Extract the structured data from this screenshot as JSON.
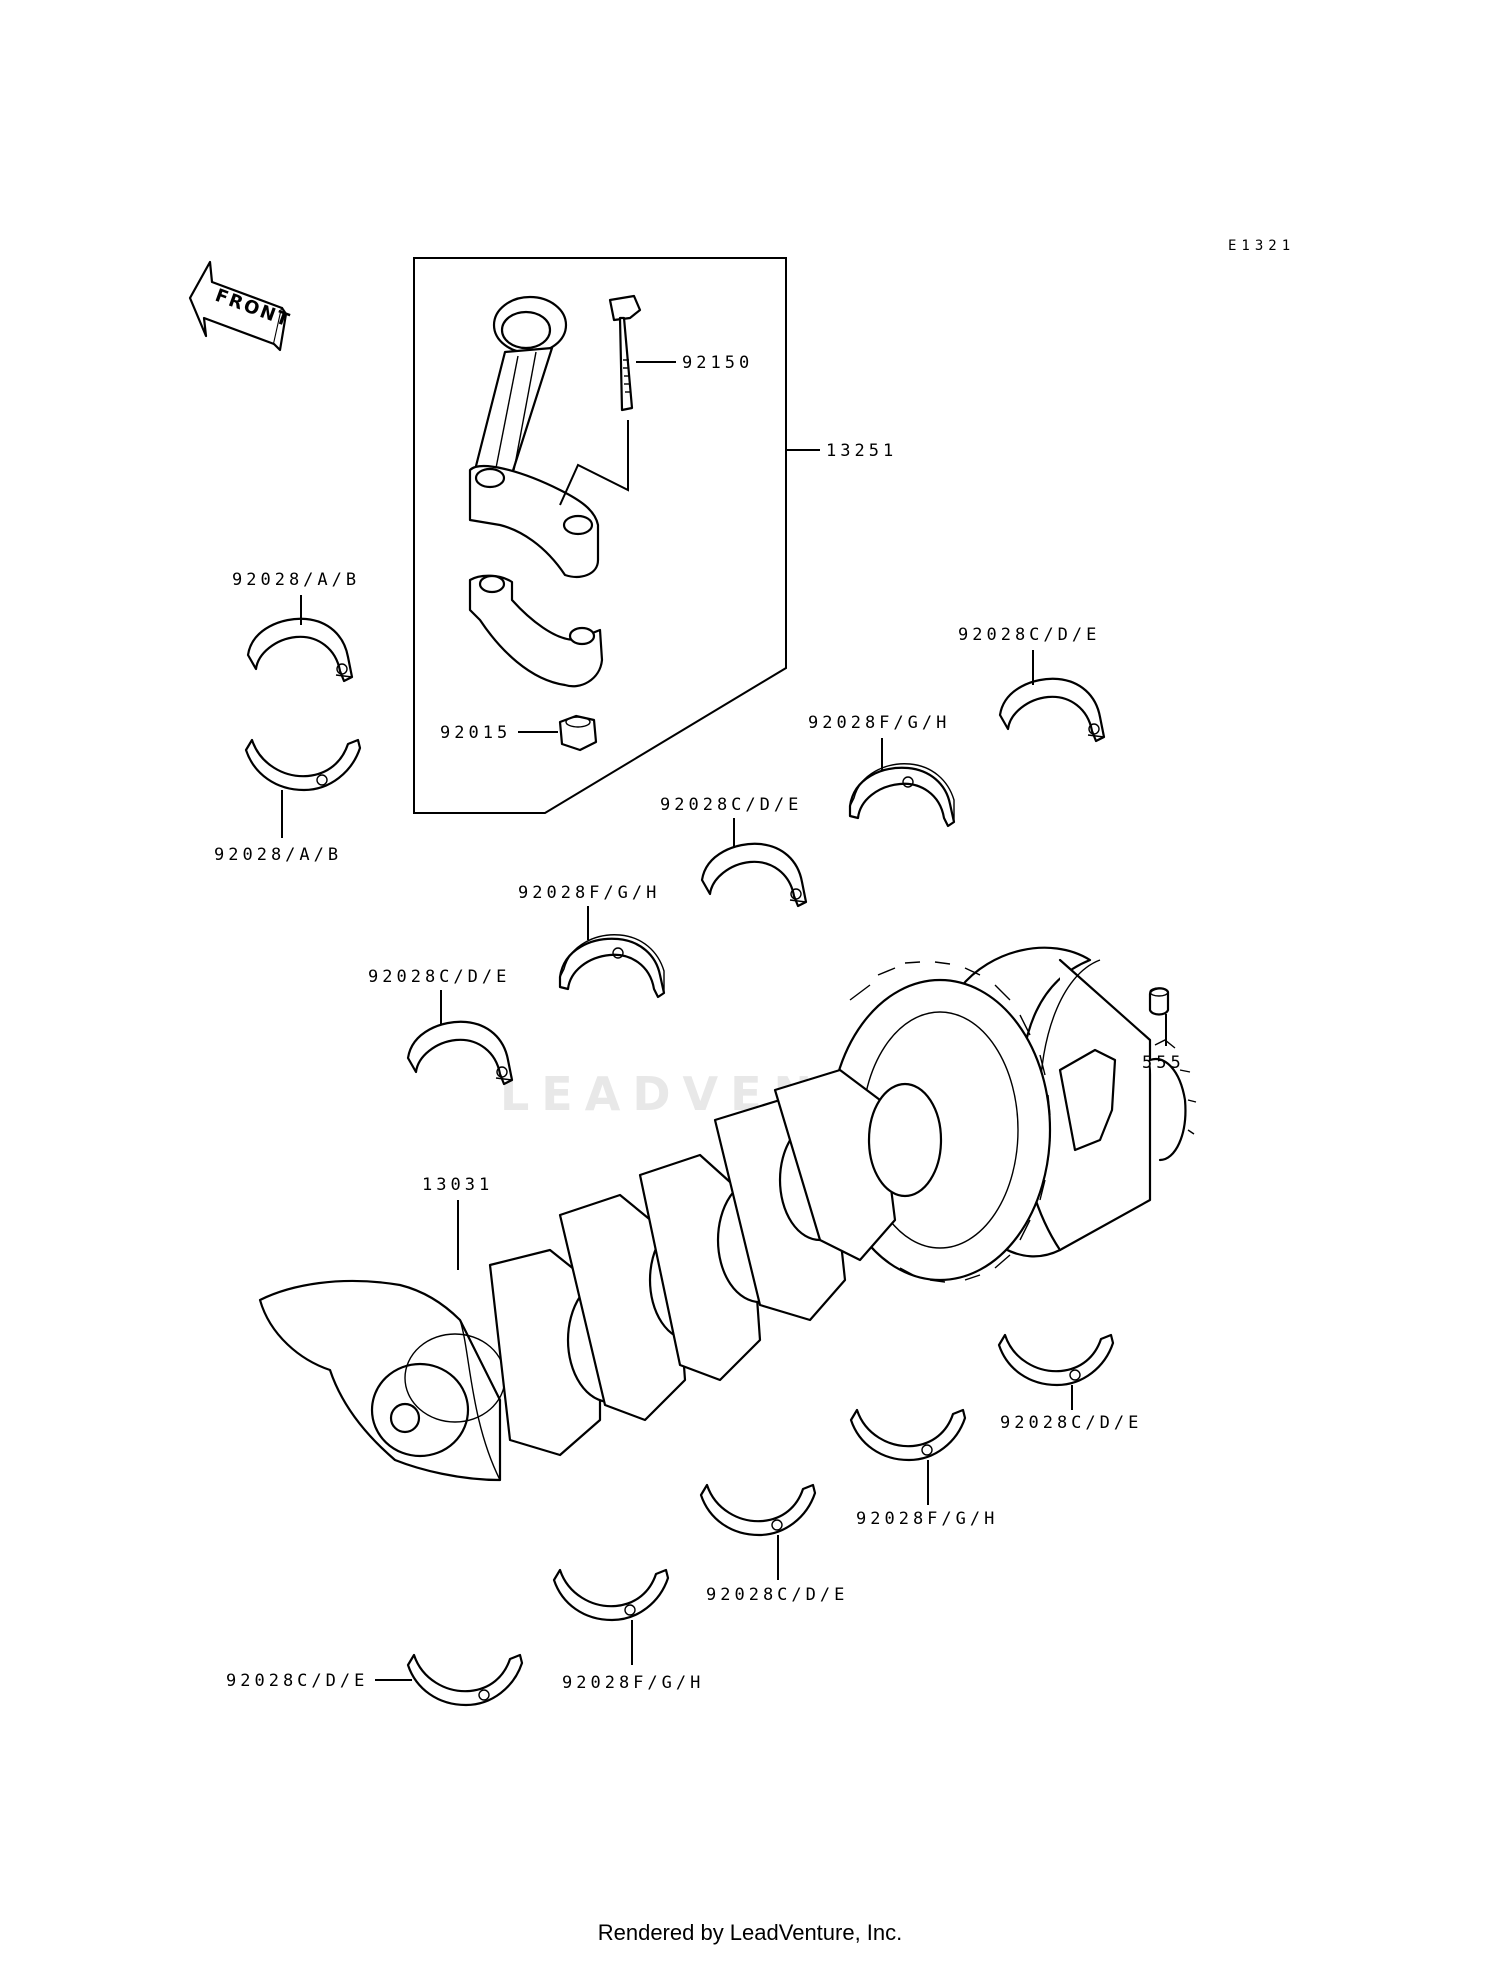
{
  "diagram_code": "E1321",
  "front_arrow_label": "FRONT",
  "watermark": "LEADVENTURE",
  "labels": {
    "con_rod_bolt": "92150",
    "con_rod_assembly": "13251",
    "con_rod_nut": "92015",
    "rod_bearing_upper": "92028/A/B",
    "rod_bearing_lower": "92028/A/B",
    "main_bearing_1": "92028C/D/E",
    "main_bearing_2": "92028F/G/H",
    "main_bearing_3": "92028C/D/E",
    "main_bearing_4": "92028F/G/H",
    "main_bearing_5": "92028C/D/E",
    "crankshaft": "13031",
    "pin": "555",
    "lower_bearing_1": "92028C/D/E",
    "lower_bearing_2": "92028F/G/H",
    "lower_bearing_3": "92028C/D/E",
    "lower_bearing_4": "92028F/G/H",
    "lower_bearing_5": "92028C/D/E"
  },
  "footer": "Rendered by LeadVenture, Inc."
}
